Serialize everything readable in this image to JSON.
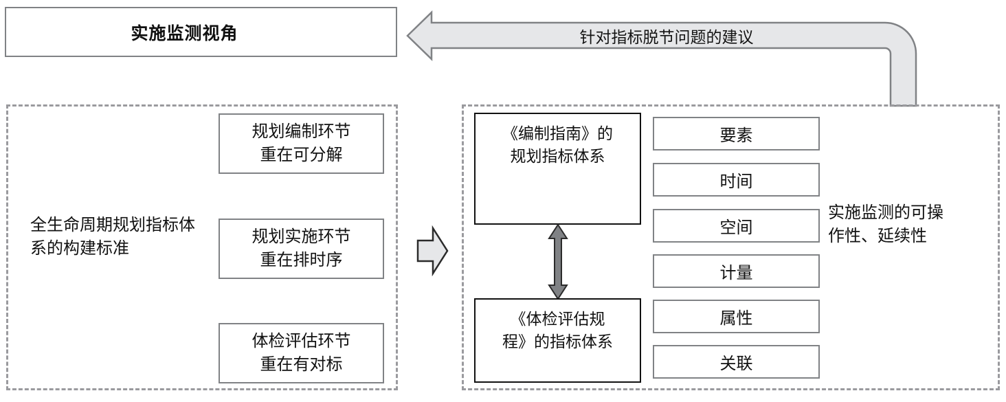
{
  "title_box": {
    "text": "实施监测视角"
  },
  "feedback_arrow": {
    "label": "针对指标脱节问题的建议"
  },
  "left_panel": {
    "label": "全生命周期规划指标体系的构建标准",
    "stage_boxes": [
      {
        "line1": "规划编制环节",
        "line2": "重在可分解"
      },
      {
        "line1": "规划实施环节",
        "line2": "重在排时序"
      },
      {
        "line1": "体检评估环节",
        "line2": "重在有对标"
      }
    ]
  },
  "middle_arrow": {
    "name": "right-chevron"
  },
  "right_panel": {
    "doc_boxes": [
      {
        "line1": "《编制指南》的",
        "line2": "规划指标体系"
      },
      {
        "line1": "《体检评估规",
        "line2": "程》的指标体系"
      }
    ],
    "link_arrow": {
      "name": "double-headed-vertical"
    },
    "attribute_boxes": [
      {
        "label": "要素"
      },
      {
        "label": "时间"
      },
      {
        "label": "空间"
      },
      {
        "label": "计量"
      },
      {
        "label": "属性"
      },
      {
        "label": "关联"
      }
    ],
    "note": {
      "line1": "实施监测的可操",
      "line2": "作性、延续性"
    }
  },
  "colors": {
    "gray_stroke": "#808285",
    "dashed_stroke": "#9a9a9e",
    "black_stroke": "#111111",
    "arrow_fill": "#e6e7e9",
    "arrow_stroke": "#808285",
    "link_arrow_fill": "#808285",
    "background": "#ffffff"
  }
}
